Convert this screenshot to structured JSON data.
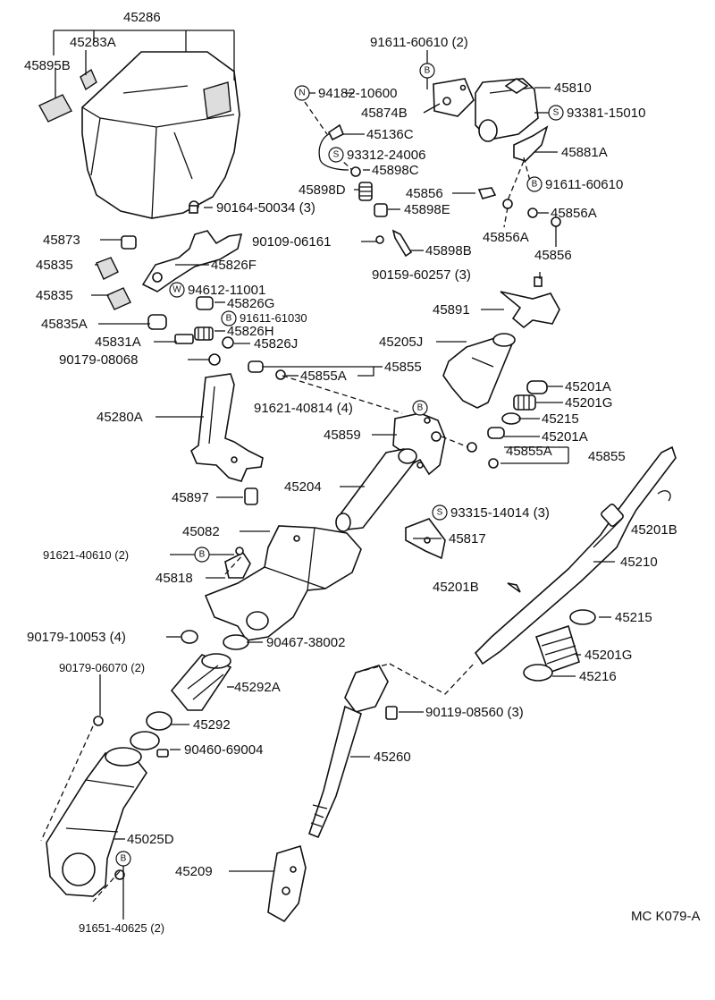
{
  "footer_code": "MC K079-A",
  "parts": {
    "p45286": "45286",
    "p45283A": "45283A",
    "p45895B": "45895B",
    "p91611_60610_2": "91611-60610 (2)",
    "p94182_10600": "94182-10600",
    "p45874B": "45874B",
    "p45810": "45810",
    "p93381_15010": "93381-15010",
    "p45136C": "45136C",
    "p93312_24006": "93312-24006",
    "p45898C": "45898C",
    "p45881A": "45881A",
    "p91611_60610": "91611-60610",
    "p45898D": "45898D",
    "p45856a": "45856",
    "p45898E": "45898E",
    "p45856A_top": "45856A",
    "p90164_50034_3": "90164-50034 (3)",
    "p45873": "45873",
    "p90109_06161": "90109-06161",
    "p45898B": "45898B",
    "p45856A_bottom": "45856A",
    "p45856b": "45856",
    "p45835_top": "45835",
    "p45826F": "45826F",
    "p90159_60257_3": "90159-60257 (3)",
    "p94612_11001": "94612-11001",
    "p45835_bottom": "45835",
    "p45826G": "45826G",
    "p45891": "45891",
    "p91611_61030": "91611-61030",
    "p45835A": "45835A",
    "p45826H": "45826H",
    "p45831A": "45831A",
    "p45826J": "45826J",
    "p45205J": "45205J",
    "p90179_08068": "90179-08068",
    "p45855A_top": "45855A",
    "p45855_top": "45855",
    "p45201A_top": "45201A",
    "p91621_40814_4": "91621-40814 (4)",
    "p45201G_top": "45201G",
    "p45280A": "45280A",
    "p45215_top": "45215",
    "p45859": "45859",
    "p45201A_mid": "45201A",
    "p45855A_mid": "45855A",
    "p45855_mid": "45855",
    "p45204": "45204",
    "p45897": "45897",
    "p93315_14014_3": "93315-14014 (3)",
    "p45201B_right": "45201B",
    "p45082": "45082",
    "p45817": "45817",
    "p91621_40610_2": "91621-40610 (2)",
    "p45210": "45210",
    "p45818": "45818",
    "p45201B_mid": "45201B",
    "p45215_bottom": "45215",
    "p90179_10053_4": "90179-10053 (4)",
    "p90467_38002": "90467-38002",
    "p45201G_bottom": "45201G",
    "p90179_06070_2": "90179-06070 (2)",
    "p45216": "45216",
    "p45292A": "45292A",
    "p90119_08560_3": "90119-08560 (3)",
    "p45292": "45292",
    "p90460_69004": "90460-69004",
    "p45260": "45260",
    "p45025D": "45025D",
    "p45209": "45209",
    "p91651_40625_2": "91651-40625 (2)"
  },
  "badges": {
    "b": "B",
    "s": "S",
    "n": "N",
    "w": "W"
  }
}
